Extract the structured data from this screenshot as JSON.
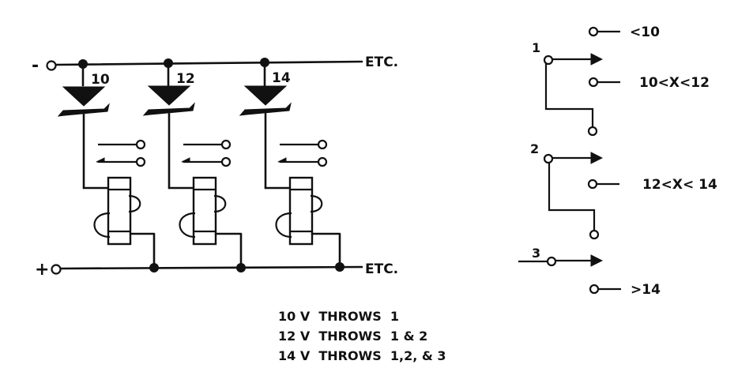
{
  "circuit": {
    "neg_label": "-",
    "pos_label": "+",
    "etc_top": "ETC.",
    "etc_bottom": "ETC.",
    "zener_labels": [
      "10",
      "12",
      "14"
    ]
  },
  "switches": {
    "contact_labels": [
      "1",
      "2",
      "3"
    ],
    "output_labels": [
      "<10",
      "10<X<12",
      "12<X< 14",
      ">14"
    ]
  },
  "legend": {
    "lines": [
      "10 V  THROWS  1",
      "12 V  THROWS  1 & 2",
      "14 V  THROWS  1,2, & 3"
    ]
  },
  "colors": {
    "ink": "#111111",
    "paper": "#ffffff"
  }
}
